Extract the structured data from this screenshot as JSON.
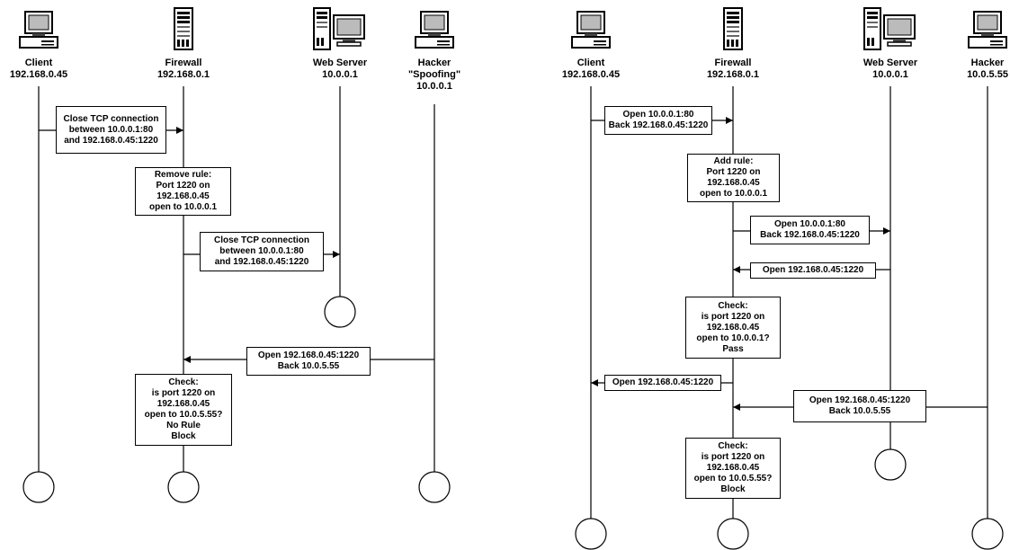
{
  "diagrams": [
    {
      "actors": [
        {
          "icon": "computer-icon",
          "lines": [
            "Client",
            "192.168.0.45"
          ]
        },
        {
          "icon": "tower-server-icon",
          "lines": [
            "Firewall",
            "192.168.0.1"
          ]
        },
        {
          "icon": "server-with-monitor-icon",
          "lines": [
            "Web Server",
            "10.0.0.1"
          ]
        },
        {
          "icon": "computer-icon",
          "lines": [
            "Hacker",
            "\"Spoofing\"",
            "10.0.0.1"
          ]
        }
      ],
      "steps": [
        [
          "Close TCP connection",
          "between 10.0.0.1:80",
          "and 192.168.0.45:1220"
        ],
        [
          "Remove rule:",
          "Port 1220 on",
          "192.168.0.45",
          "open to 10.0.0.1"
        ],
        [
          "Close TCP connection",
          "between 10.0.0.1:80",
          "and 192.168.0.45:1220"
        ],
        [
          "Open 192.168.0.45:1220",
          "Back 10.0.5.55"
        ],
        [
          "Check:",
          "is port 1220 on",
          "192.168.0.45",
          "open to 10.0.5.55?",
          "No Rule",
          "Block"
        ]
      ]
    },
    {
      "actors": [
        {
          "icon": "computer-icon",
          "lines": [
            "Client",
            "192.168.0.45"
          ]
        },
        {
          "icon": "tower-server-icon",
          "lines": [
            "Firewall",
            "192.168.0.1"
          ]
        },
        {
          "icon": "server-with-monitor-icon",
          "lines": [
            "Web Server",
            "10.0.0.1"
          ]
        },
        {
          "icon": "computer-icon",
          "lines": [
            "Hacker",
            "10.0.5.55"
          ]
        }
      ],
      "steps": [
        [
          "Open 10.0.0.1:80",
          "Back 192.168.0.45:1220"
        ],
        [
          "Add rule:",
          "Port 1220 on",
          "192.168.0.45",
          "open to 10.0.0.1"
        ],
        [
          "Open 10.0.0.1:80",
          "Back 192.168.0.45:1220"
        ],
        [
          "Open 192.168.0.45:1220"
        ],
        [
          "Check:",
          "is port 1220 on",
          "192.168.0.45",
          "open to 10.0.0.1?",
          "Pass"
        ],
        [
          "Open 192.168.0.45:1220"
        ],
        [
          "Open 192.168.0.45:1220",
          "Back 10.0.5.55"
        ],
        [
          "Check:",
          "is port 1220 on",
          "192.168.0.45",
          "open to 10.0.5.55?",
          "Block"
        ]
      ]
    }
  ]
}
